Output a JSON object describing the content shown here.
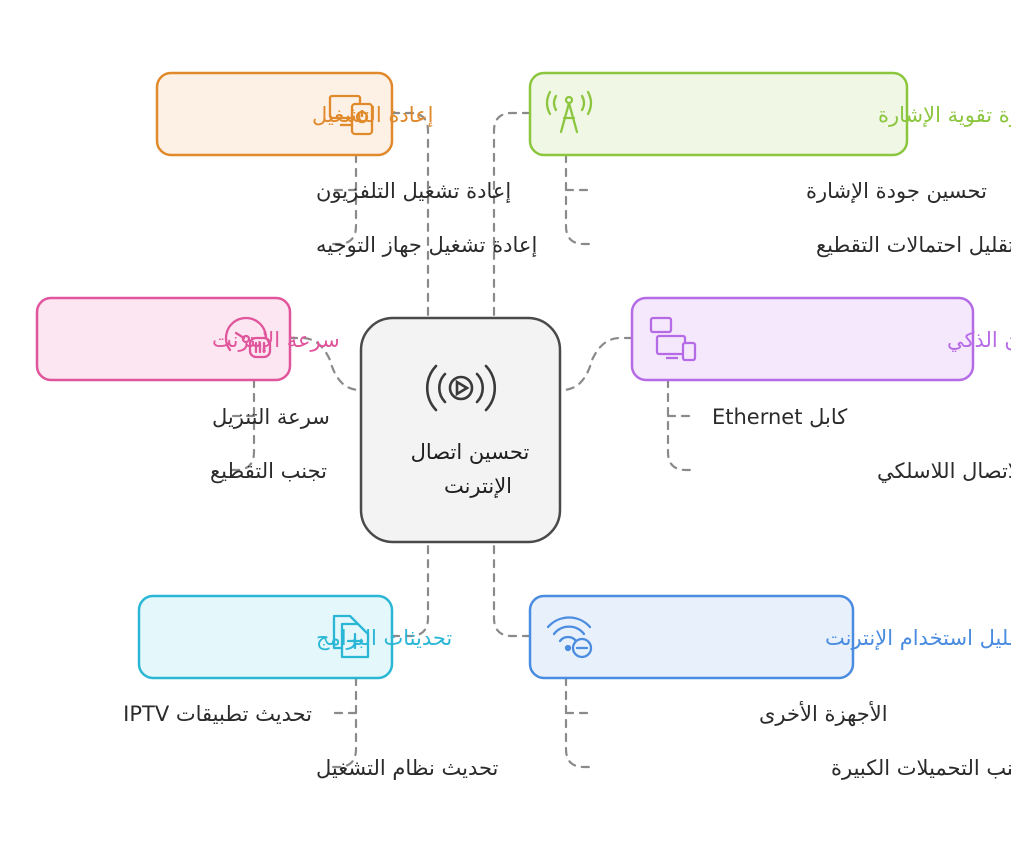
{
  "center": {
    "line1": "تحسين اتصال",
    "line2": "الإنترنت",
    "icon": "broadcast-play-icon"
  },
  "branches": {
    "signal_boosters": {
      "label": "استخدام أجهزة تقوية الإشارة",
      "icon": "antenna-icon",
      "color": "#8cc63f",
      "items": [
        "تحسين جودة الإشارة",
        "تقليل احتمالات التقطيع"
      ]
    },
    "smart_tv": {
      "label": "الاتصال بالتلفزيون الذكي",
      "icon": "devices-icon",
      "color": "#b66be6",
      "items": [
        "Ethernet كابل",
        "الاتصال اللاسلكي"
      ]
    },
    "reduce_usage": {
      "label": "تقليل استخدام الإنترنت",
      "icon": "wifi-minus-icon",
      "color": "#4a8ce0",
      "items": [
        "الأجهزة الأخرى",
        "تجنب التحميلات الكبيرة"
      ]
    },
    "restart": {
      "label": "إعادة التشغيل",
      "icon": "tv-power-icon",
      "color": "#e08a2c",
      "items": [
        "إعادة تشغيل التلفزيون",
        "إعادة تشغيل جهاز التوجيه"
      ]
    },
    "speed": {
      "label": "سرعة الإنترنت",
      "icon": "speedometer-icon",
      "color": "#e0559c",
      "items": [
        "سرعة التنزيل",
        "تجنب التقطيع"
      ]
    },
    "updates": {
      "label": "تحديثات البرامج",
      "icon": "file-plus-icon",
      "color": "#2ab7d6",
      "items": [
        "IPTV تحديث تطبيقات",
        "تحديث نظام التشغيل"
      ]
    }
  }
}
